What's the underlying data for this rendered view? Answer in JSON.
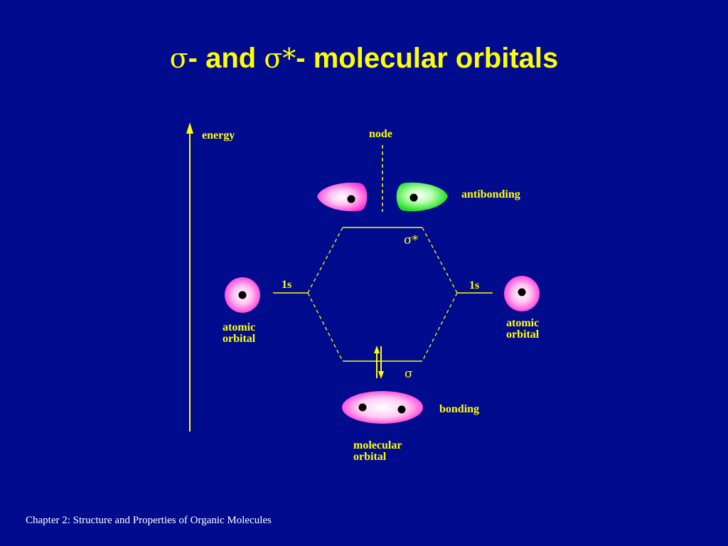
{
  "title": {
    "sigma": "σ",
    "dash1": "- ",
    "and": "and ",
    "sigma_star": "σ*",
    "dash2": "- ",
    "rest": "molecular orbitals"
  },
  "diagram": {
    "energy_label": "energy",
    "node_label": "node",
    "antibonding_label": "antibonding",
    "sigma_star_label": "σ*",
    "left_1s_label": "1s",
    "right_1s_label": "1s",
    "left_atomic_line1": "atomic",
    "left_atomic_line2": "orbital",
    "right_atomic_line1": "atomic",
    "right_atomic_line2": "orbital",
    "sigma_label": "σ",
    "bonding_label": "bonding",
    "molecular_line1": "molecular",
    "molecular_line2": "orbital"
  },
  "colors": {
    "background": "#000b8e",
    "text": "#ffff00",
    "orbital_phase_a": "#ff44dd",
    "orbital_phase_b": "#22dd22",
    "nucleus": "#000000"
  },
  "footer": "Chapter 2:  Structure and Properties of Organic Molecules"
}
